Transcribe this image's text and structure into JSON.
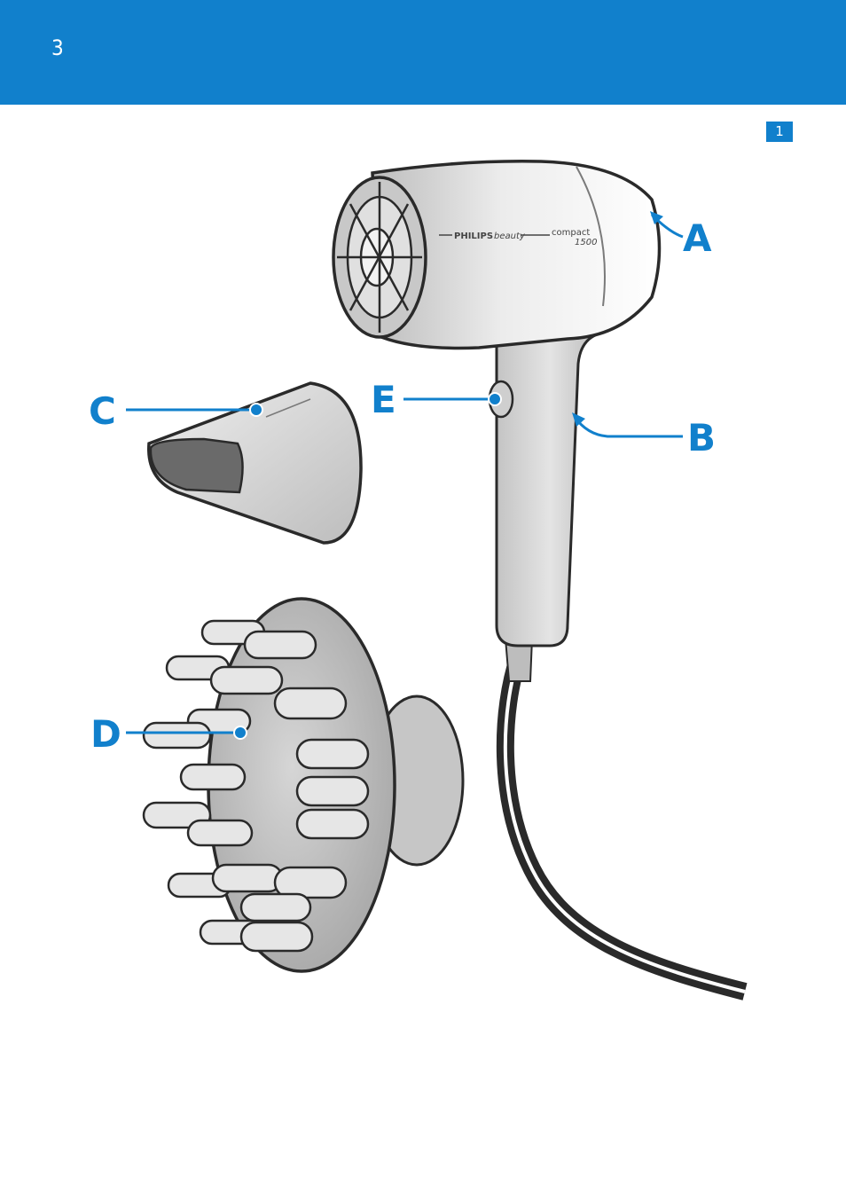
{
  "page": {
    "number": "3"
  },
  "figure": {
    "badge": "1"
  },
  "product": {
    "brand": "PHILIPS",
    "line": "beauty",
    "model": "compact",
    "wattage": "1500"
  },
  "callouts": {
    "a": "A",
    "b": "B",
    "c": "C",
    "d": "D",
    "e": "E"
  },
  "colors": {
    "accent": "#1180cc",
    "body": "#d8d8d8",
    "outline": "#2a2a2a"
  }
}
